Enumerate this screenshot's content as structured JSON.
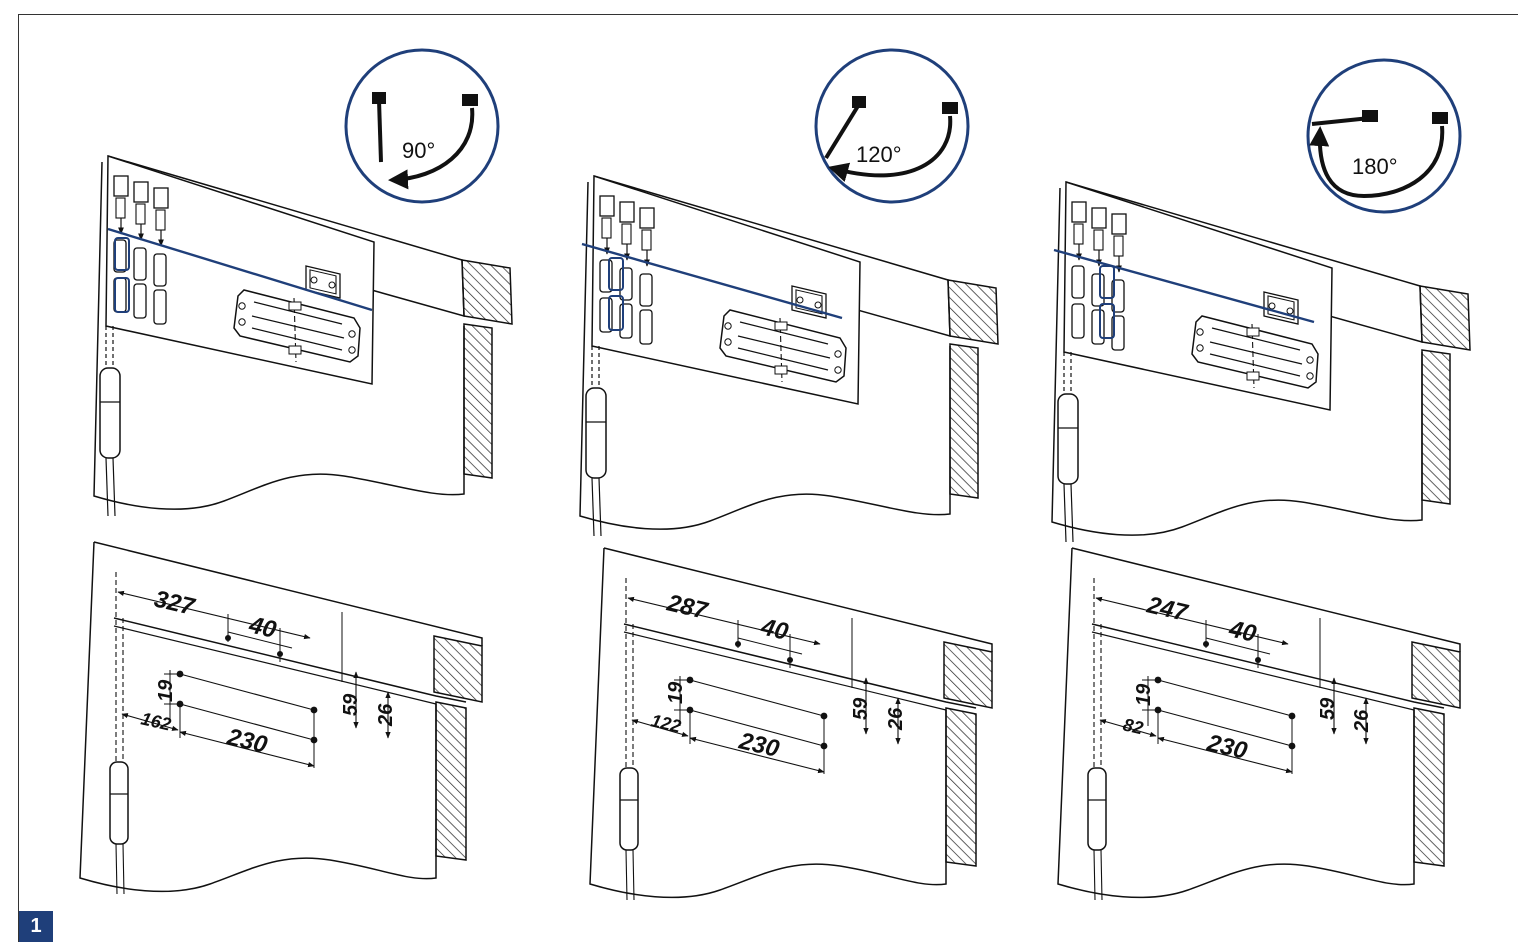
{
  "figure_number": "1",
  "colors": {
    "accent": "#1f3f7a",
    "ink": "#111111",
    "background": "#ffffff"
  },
  "panels": [
    {
      "angle_label": "90°",
      "dim_x": "327",
      "dim_spacing": "40",
      "dim_offset": "162",
      "dim_bolt": "230",
      "dim_vert": "19",
      "dim_h1": "59",
      "dim_h2": "26"
    },
    {
      "angle_label": "120°",
      "dim_x": "287",
      "dim_spacing": "40",
      "dim_offset": "122",
      "dim_bolt": "230",
      "dim_vert": "19",
      "dim_h1": "59",
      "dim_h2": "26"
    },
    {
      "angle_label": "180°",
      "dim_x": "247",
      "dim_spacing": "40",
      "dim_offset": "82",
      "dim_bolt": "230",
      "dim_vert": "19",
      "dim_h1": "59",
      "dim_h2": "26"
    }
  ]
}
